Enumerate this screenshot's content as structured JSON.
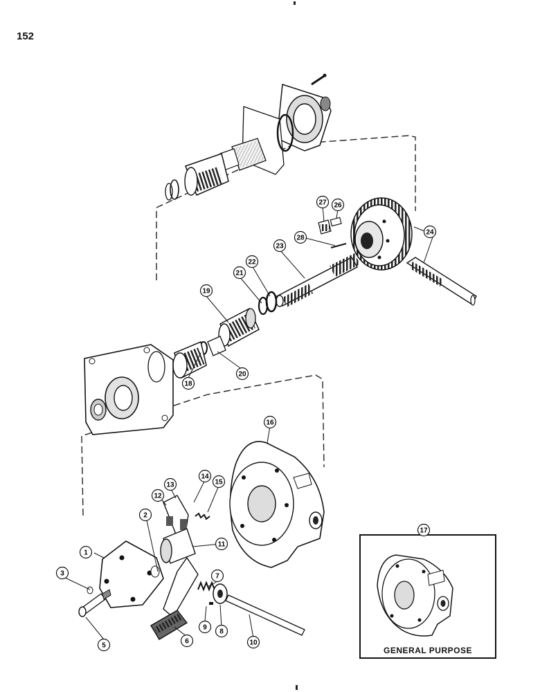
{
  "page_number": "152",
  "inset": {
    "caption": "GENERAL PURPOSE",
    "callout": "17"
  },
  "callouts": [
    "1",
    "2",
    "3",
    "5",
    "6",
    "7",
    "8",
    "9",
    "10",
    "11",
    "12",
    "13",
    "14",
    "15",
    "16",
    "18",
    "19",
    "20",
    "21",
    "22",
    "23",
    "24",
    "26",
    "27",
    "28"
  ],
  "colors": {
    "ink": "#111111",
    "shade": "#555555",
    "light": "#d8d8d8",
    "paper": "#ffffff"
  }
}
